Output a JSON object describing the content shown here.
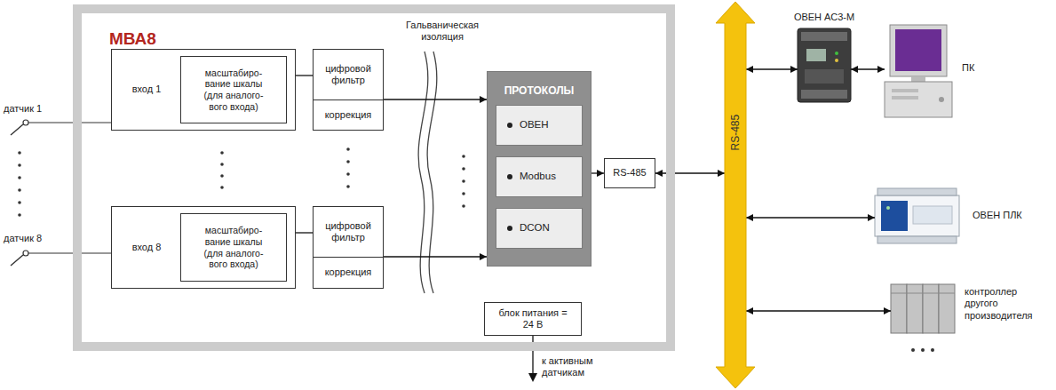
{
  "diagram": {
    "nodes": [
      {
        "text": [
          "МВА8"
        ]
      },
      {
        "text": [
          "вход 1"
        ],
        "in": 0
      },
      {
        "text": [
          "масштабиро- вание шкалы (для аналого- вого входа)"
        ],
        "in": 1
      },
      {
        "text": [
          "цифровой фильтр"
        ],
        "in": 0
      },
      {
        "text": [
          "коррекция"
        ],
        "in": 0
      },
      {
        "text": [
          "вход 8"
        ],
        "in": 0
      },
      {
        "text": [
          "масштабиро- вание шкалы (для аналого- вого входа)"
        ],
        "in": 5
      },
      {
        "text": [
          "цифровой фильтр"
        ],
        "in": 0
      },
      {
        "text": [
          "коррекция"
        ],
        "in": 0
      },
      {
        "text": [
          "ПРОТОКОЛЫ"
        ],
        "in": 0
      },
      {
        "text": [
          "ОВЕН"
        ],
        "in": 9
      },
      {
        "text": [
          "Modbus"
        ],
        "in": 9
      },
      {
        "text": [
          "DCON"
        ],
        "in": 9
      },
      {
        "text": [
          "RS-485"
        ],
        "in": 0
      },
      {
        "text": [
          "блок питания = 24 В"
        ],
        "in": 0
      },
      {
        "text": [
          "RS-485"
        ]
      },
      {
        "text": [
          "ОВЕН АС3-М"
        ]
      },
      {
        "text": [
          "ПК"
        ]
      },
      {
        "text": [
          "ОВЕН ПЛК"
        ]
      },
      {
        "text": [
          "контроллер другого производителя"
        ]
      }
    ],
    "edges": [
      {
        "from": 1,
        "to": 3,
        "arrow": "none"
      },
      {
        "from": 5,
        "to": 7,
        "arrow": "none"
      },
      {
        "from": 3,
        "to": 9,
        "arrow": "to"
      },
      {
        "from": 7,
        "to": 9,
        "arrow": "to"
      },
      {
        "from": 9,
        "to": 13,
        "arrow": "to"
      },
      {
        "from": 13,
        "to": 15,
        "arrow": "both"
      },
      {
        "from": 15,
        "to": 16,
        "arrow": "both"
      },
      {
        "from": 16,
        "to": 17,
        "arrow": "both"
      },
      {
        "from": 15,
        "to": 18,
        "arrow": "both"
      },
      {
        "from": 15,
        "to": 19,
        "arrow": "both"
      }
    ],
    "labels": [
      "датчик 1",
      "датчик 8",
      "Гальваническая изоляция",
      "к активным датчикам"
    ]
  }
}
